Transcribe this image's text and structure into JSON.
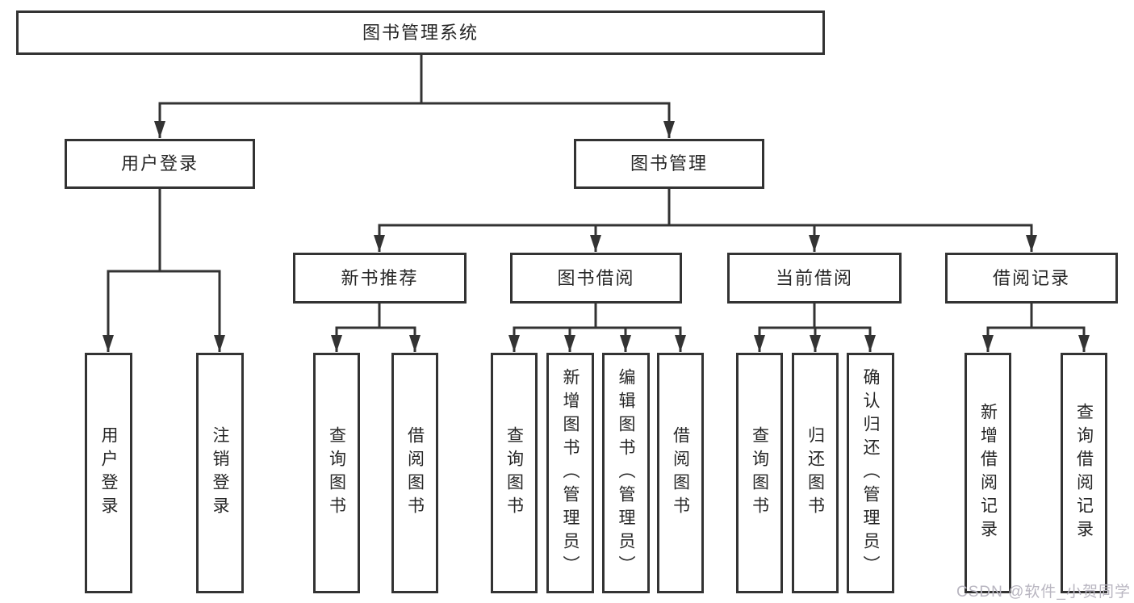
{
  "diagram_title": "图书管理系统",
  "tree": {
    "root": {
      "label": "图书管理系统"
    },
    "children": [
      {
        "label": "用户登录",
        "children": [
          {
            "label": "用户登录"
          },
          {
            "label": "注销登录"
          }
        ]
      },
      {
        "label": "图书管理",
        "children": [
          {
            "label": "新书推荐",
            "children": [
              {
                "label": "查询图书"
              },
              {
                "label": "借阅图书"
              }
            ]
          },
          {
            "label": "图书借阅",
            "children": [
              {
                "label": "查询图书"
              },
              {
                "label": "新增图书（管理员）"
              },
              {
                "label": "编辑图书（管理员）"
              },
              {
                "label": "借阅图书"
              }
            ]
          },
          {
            "label": "当前借阅",
            "children": [
              {
                "label": "查询图书"
              },
              {
                "label": "归还图书"
              },
              {
                "label": "确认归还（管理员）"
              }
            ]
          },
          {
            "label": "借阅记录",
            "children": [
              {
                "label": "新增借阅记录"
              },
              {
                "label": "查询借阅记录"
              }
            ]
          }
        ]
      }
    ]
  },
  "watermark": {
    "text": "CSDN @软件_小贺同学"
  },
  "colors": {
    "line": "#333333",
    "box_fill": "#ffffff",
    "text": "#262626",
    "bg": "#ffffff",
    "watermark": "#b9b6c1"
  }
}
